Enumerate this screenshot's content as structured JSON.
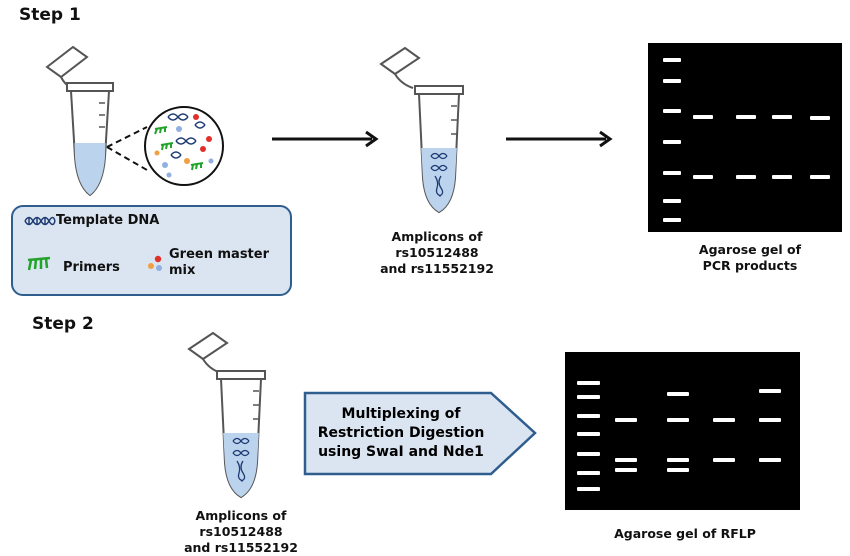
{
  "step1": {
    "label": "Step 1",
    "legend": {
      "template_dna": "Template DNA",
      "primers": "Primers",
      "green_master_mix": "Green master mix"
    },
    "amplicons_caption_line1": "Amplicons of rs10512488",
    "amplicons_caption_line2": "and rs11552192",
    "gel_caption_line1": "Agarose gel of",
    "gel_caption_line2": "PCR products"
  },
  "step2": {
    "label": "Step 2",
    "process_line1": "Multiplexing of",
    "process_line2": "Restriction Digestion",
    "process_line3": "using SwaI and Nde1",
    "amplicons_caption_line1": "Amplicons of rs10512488",
    "amplicons_caption_line2": "and rs11552192",
    "gel_caption": "Agarose gel of RFLP"
  },
  "colors": {
    "tube_liquid": "#bcd3ee",
    "legend_fill": "#dbe5f1",
    "legend_border": "#2f5e8e",
    "arrow_fill": "#dbe5f1",
    "primer_green": "#22a32a",
    "dna_blue": "#1f3b73",
    "dot_red": "#e0302a",
    "dot_orange": "#f0a040",
    "dot_blue": "#8fb0e0",
    "gel": "#000000",
    "band": "#ffffff"
  }
}
